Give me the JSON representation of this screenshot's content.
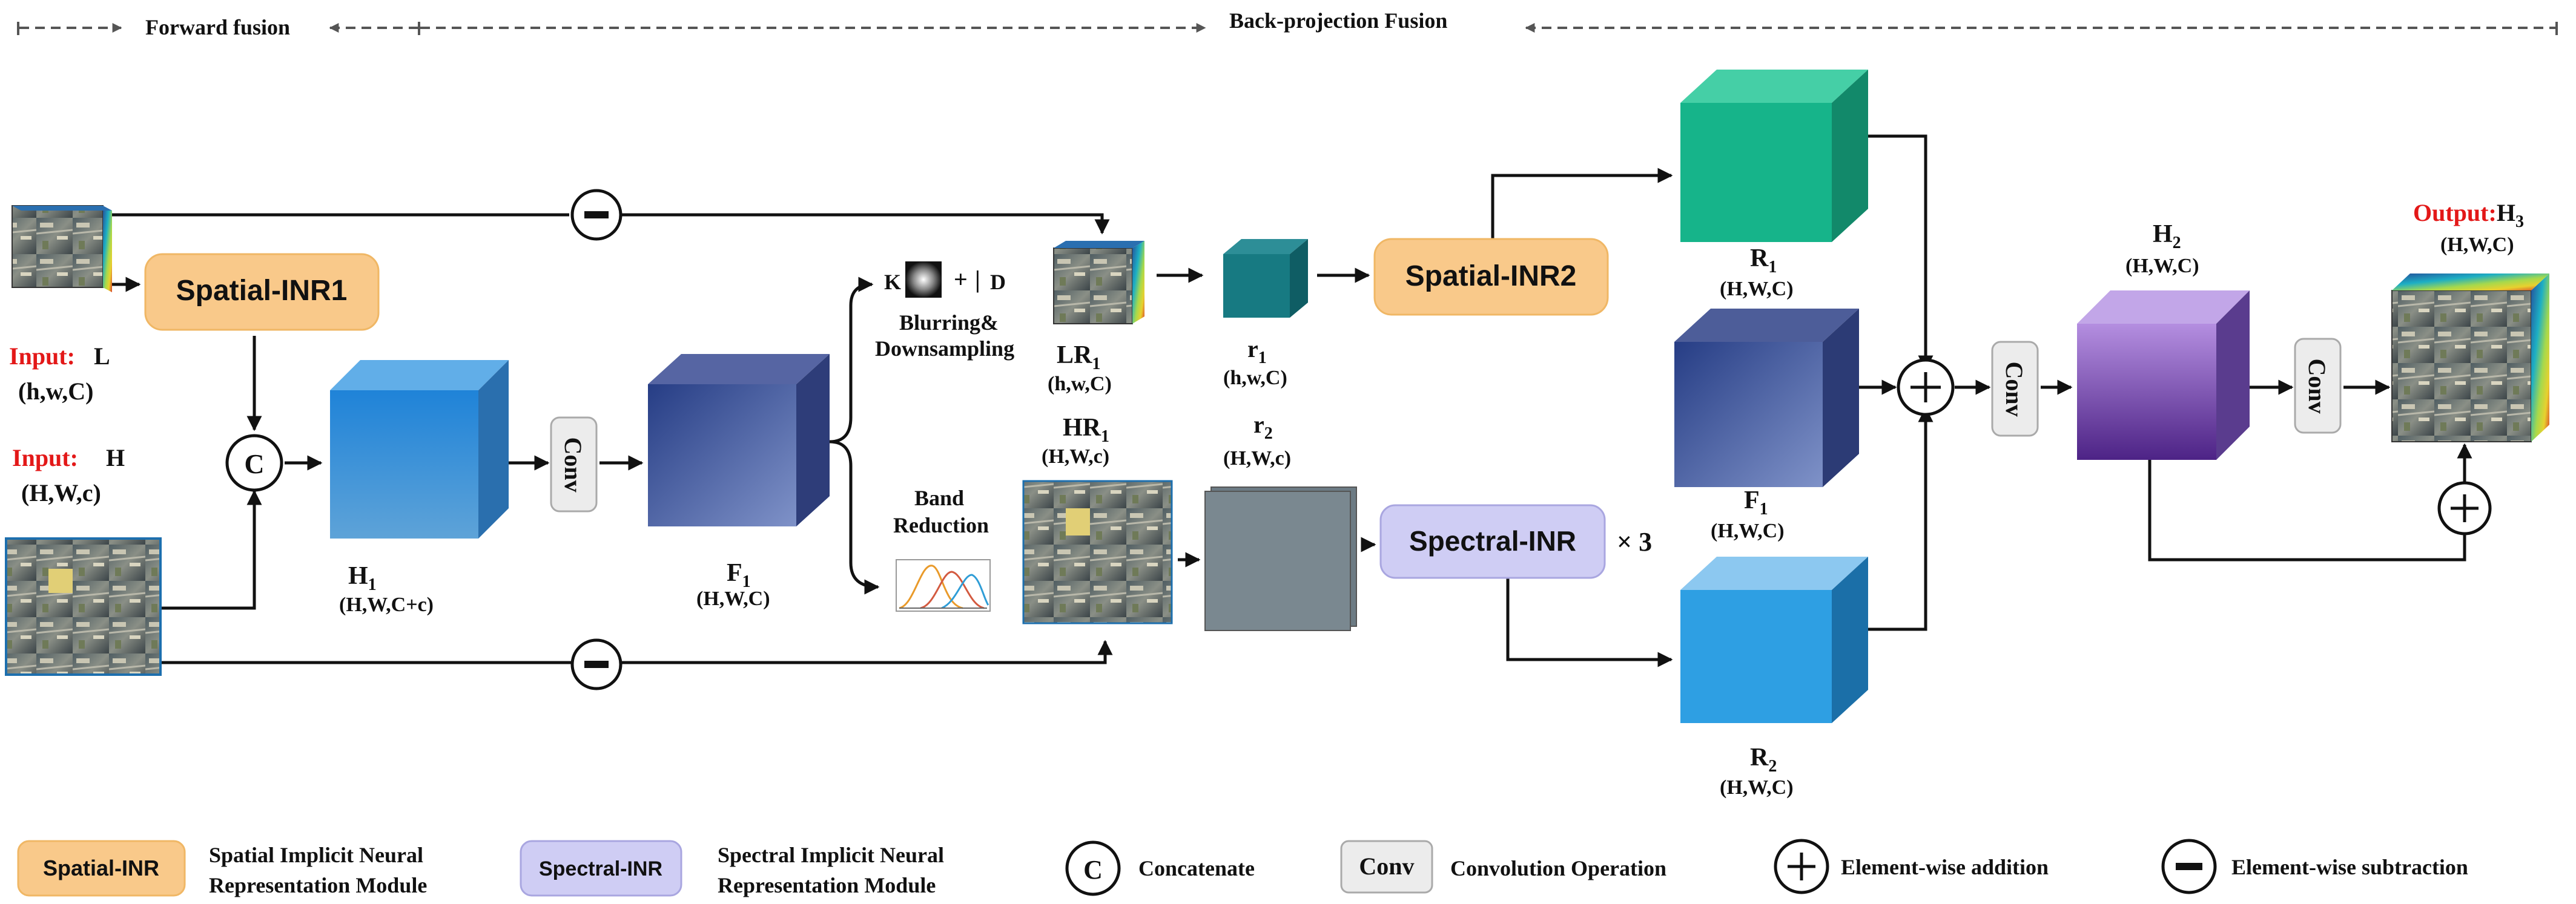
{
  "header": {
    "forward": "Forward fusion",
    "back": "Back-projection Fusion"
  },
  "inputs": {
    "l_prefix": "Input:",
    "l_name": "L",
    "l_dims": "(h,w,C)",
    "h_prefix": "Input:",
    "h_name": "H",
    "h_dims": "(H,W,c)"
  },
  "modules": {
    "spatial1": "Spatial-INR1",
    "spatial2": "Spatial-INR2",
    "spectral": "Spectral-INR",
    "times3": "× 3",
    "conv": "Conv"
  },
  "symbols": {
    "concat": "C",
    "k": "K",
    "plus": "+",
    "d": "D",
    "bar": "|"
  },
  "tensors": {
    "h1": {
      "name": "H",
      "sub": "1",
      "dims": "(H,W,C+c)"
    },
    "f1": {
      "name": "F",
      "sub": "1",
      "dims": "(H,W,C)"
    },
    "f1b": {
      "name": "F",
      "sub": "1",
      "dims": "(H,W,C)"
    },
    "lr1": {
      "name": "LR",
      "sub": "1",
      "dims": "(h,w,C)"
    },
    "r1": {
      "name": "r",
      "sub": "1",
      "dims": "(h,w,C)"
    },
    "r2": {
      "name": "r",
      "sub": "2",
      "dims": "(H,W,c)"
    },
    "hr1": {
      "name": "HR",
      "sub": "1",
      "dims": "(H,W,c)"
    },
    "R1": {
      "name": "R",
      "sub": "1",
      "dims": "(H,W,C)"
    },
    "R2": {
      "name": "R",
      "sub": "2",
      "dims": "(H,W,C)"
    },
    "h2": {
      "name": "H",
      "sub": "2",
      "dims": "(H,W,C)"
    },
    "out": {
      "prefix": "Output:",
      "name": "H",
      "sub": "3",
      "dims": "(H,W,C)"
    }
  },
  "ops": {
    "blur1": "Blurring&",
    "blur2": "Downsampling",
    "band1": "Band",
    "band2": "Reduction"
  },
  "legend": {
    "spatial_chip": "Spatial-INR",
    "spatial_line1": "Spatial Implicit Neural",
    "spatial_line2": "Representation Module",
    "spectral_chip": "Spectral-INR",
    "spectral_line1": "Spectral  Implicit Neural",
    "spectral_line2": "Representation Module",
    "concat_sym": "C",
    "concat": "Concatenate",
    "conv_chip": "Conv",
    "conv": "Convolution Operation",
    "add": "Element-wise addition",
    "sub": "Element-wise subtraction"
  },
  "colors": {
    "spatial_module": "#f9c98a",
    "spectral_module": "#cfcdf4",
    "conv_chip": "#ececec",
    "cube_h1": "#2f8ad6",
    "cube_f1": "#3d4f93",
    "cube_r1": "#16b48a",
    "cube_r2": "#2e9fe3",
    "cube_h2": "#7d4fb8",
    "cube_small_r1": "#177a82",
    "accent_red": "#e31818"
  }
}
